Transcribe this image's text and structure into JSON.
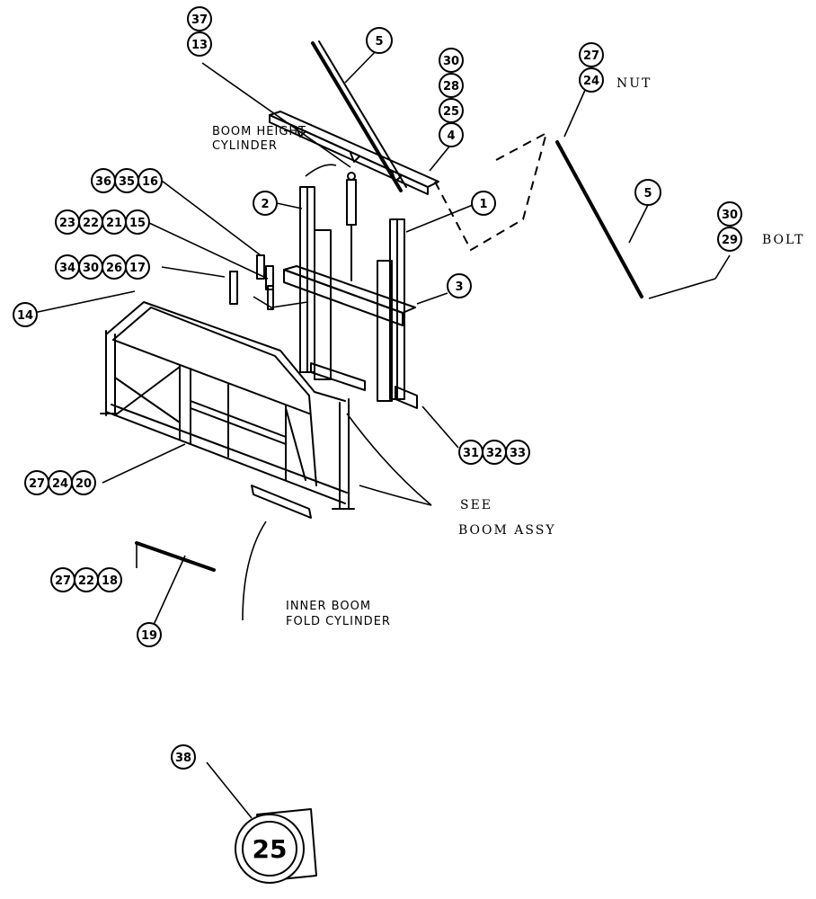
{
  "callouts": [
    {
      "id": "c37",
      "label": "37"
    },
    {
      "id": "c13",
      "label": "13"
    },
    {
      "id": "c5a",
      "label": "5"
    },
    {
      "id": "c30a",
      "label": "30"
    },
    {
      "id": "c28",
      "label": "28"
    },
    {
      "id": "c25",
      "label": "25"
    },
    {
      "id": "c4",
      "label": "4"
    },
    {
      "id": "c27a",
      "label": "27"
    },
    {
      "id": "c24a",
      "label": "24"
    },
    {
      "id": "c5b",
      "label": "5"
    },
    {
      "id": "c30b",
      "label": "30"
    },
    {
      "id": "c29",
      "label": "29"
    },
    {
      "id": "c1",
      "label": "1"
    },
    {
      "id": "c2",
      "label": "2"
    },
    {
      "id": "c3",
      "label": "3"
    },
    {
      "id": "c36",
      "label": "36"
    },
    {
      "id": "c35",
      "label": "35"
    },
    {
      "id": "c16",
      "label": "16"
    },
    {
      "id": "c23",
      "label": "23"
    },
    {
      "id": "c22a",
      "label": "22"
    },
    {
      "id": "c21",
      "label": "21"
    },
    {
      "id": "c15",
      "label": "15"
    },
    {
      "id": "c34",
      "label": "34"
    },
    {
      "id": "c30c",
      "label": "30"
    },
    {
      "id": "c26",
      "label": "26"
    },
    {
      "id": "c17",
      "label": "17"
    },
    {
      "id": "c14",
      "label": "14"
    },
    {
      "id": "c31",
      "label": "31"
    },
    {
      "id": "c32",
      "label": "32"
    },
    {
      "id": "c33",
      "label": "33"
    },
    {
      "id": "c27b",
      "label": "27"
    },
    {
      "id": "c24b",
      "label": "24"
    },
    {
      "id": "c20",
      "label": "20"
    },
    {
      "id": "c27c",
      "label": "27"
    },
    {
      "id": "c22b",
      "label": "22"
    },
    {
      "id": "c18",
      "label": "18"
    },
    {
      "id": "c19",
      "label": "19"
    },
    {
      "id": "c38",
      "label": "38"
    }
  ],
  "notes": {
    "boom_height_line1": "BOOM HEIGHT",
    "boom_height_line2": "CYLINDER",
    "nut": "NUT",
    "bolt": "BOLT",
    "see_line1": "SEE",
    "see_line2": "BOOM ASSY",
    "inner_boom_line1": "INNER BOOM",
    "inner_boom_line2": "FOLD CYLINDER",
    "decal_number": "25"
  }
}
